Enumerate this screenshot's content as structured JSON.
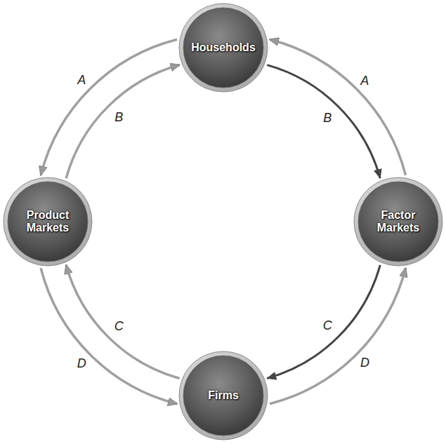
{
  "diagram": {
    "nodes": [
      {
        "text": [
          "Households"
        ]
      },
      {
        "text": [
          "Product Markets"
        ]
      },
      {
        "text": [
          "Factor Markets"
        ]
      },
      {
        "text": [
          "Firms"
        ]
      }
    ],
    "edges": [
      {
        "from": 0,
        "to": 1,
        "label": "A",
        "arrow": "to"
      },
      {
        "from": 1,
        "to": 0,
        "label": "B",
        "arrow": "to"
      },
      {
        "from": 0,
        "to": 2,
        "label": "B",
        "arrow": "to"
      },
      {
        "from": 2,
        "to": 0,
        "label": "A",
        "arrow": "to"
      },
      {
        "from": 3,
        "to": 1,
        "label": "C",
        "arrow": "to"
      },
      {
        "from": 1,
        "to": 3,
        "label": "D",
        "arrow": "to"
      },
      {
        "from": 2,
        "to": 3,
        "label": "C",
        "arrow": "to"
      },
      {
        "from": 3,
        "to": 2,
        "label": "D",
        "arrow": "to"
      }
    ]
  }
}
